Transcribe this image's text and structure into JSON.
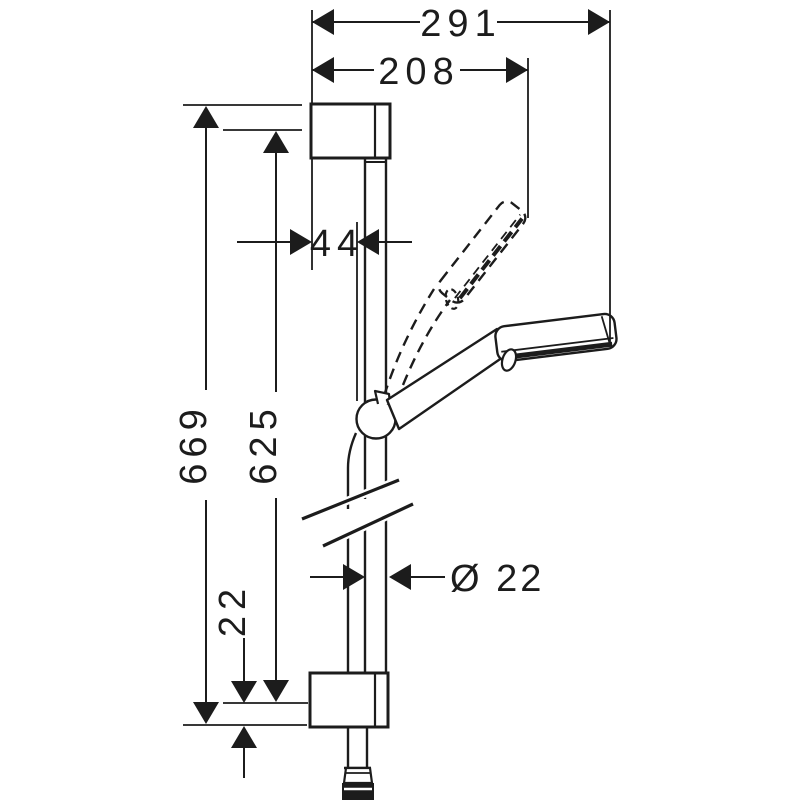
{
  "drawing": {
    "colors": {
      "line": "#1c1c1c",
      "background": "#ffffff"
    },
    "dimensions": {
      "overall_reach": "291",
      "holder_reach": "208",
      "slider_offset": "44",
      "bar_total_length": "669",
      "mounting_hole_distance": "625",
      "hole_to_bar_end": "22",
      "bar_diameter": "Ø 22"
    }
  }
}
